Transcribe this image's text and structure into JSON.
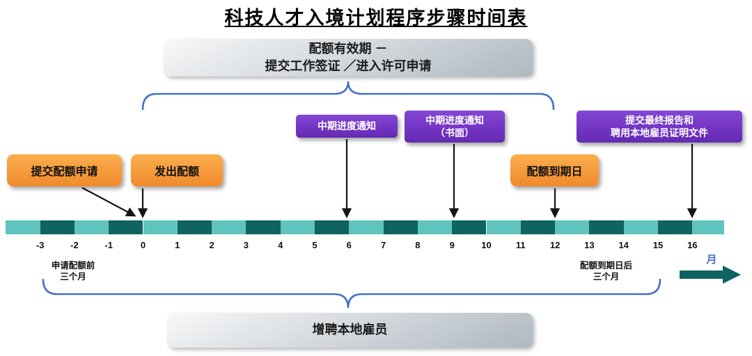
{
  "title": "科技人才入境计划程序步骤时间表",
  "colors": {
    "orange_top": "#FBAE4E",
    "orange_bottom": "#EF8A2C",
    "purple": "#7434C4",
    "teal_light": "#5FC4BE",
    "teal_dark": "#0F6360",
    "blue": "#4472C4",
    "gray_box_top": "#F7F8F9",
    "gray_box_bottom": "#AFB8C0"
  },
  "top_box": {
    "line1": "配额有效期 －",
    "line2": "提交工作签证 ／进入许可申请"
  },
  "bottom_box": {
    "label": "增聘本地雇员"
  },
  "orange_events": [
    {
      "label": "提交配额申请",
      "month": 0
    },
    {
      "label": "发出配额",
      "month": 0
    },
    {
      "label": "配额到期日",
      "month": 12
    }
  ],
  "purple_events": [
    {
      "lines": [
        "中期进度通知"
      ],
      "month": 6
    },
    {
      "lines": [
        "中期进度通知",
        "（书面）"
      ],
      "month": 9
    },
    {
      "lines": [
        "提交最终报告和",
        "聘用本地雇员证明文件"
      ],
      "month": 16
    }
  ],
  "timeline": {
    "ticks": [
      -3,
      -2,
      -1,
      0,
      1,
      2,
      3,
      4,
      5,
      6,
      7,
      8,
      9,
      10,
      11,
      12,
      13,
      14,
      15,
      16
    ],
    "unit_label": "月"
  },
  "notes": {
    "left": [
      "申请配额前",
      "三个月"
    ],
    "right": [
      "配额到期日后",
      "三个月"
    ]
  }
}
